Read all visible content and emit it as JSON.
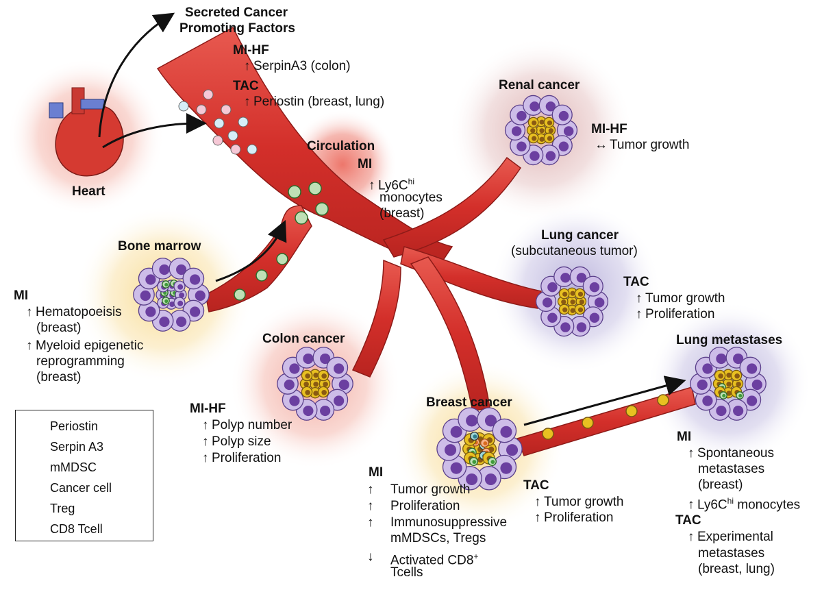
{
  "secreted": {
    "title_line1": "Secreted Cancer",
    "title_line2": "Promoting Factors",
    "mihf_label": "MI-HF",
    "mihf_item": "SerpinA3 (colon)",
    "tac_label": "TAC",
    "tac_item": "Periostin (breast, lung)"
  },
  "heart": {
    "label": "Heart"
  },
  "circulation": {
    "title": "Circulation",
    "mi_label": "MI",
    "item_line1": "Ly6C",
    "item_sup": "hi",
    "item_line2": "monocytes",
    "item_line3": "(breast)"
  },
  "renal": {
    "title": "Renal cancer",
    "mihf_label": "MI-HF",
    "item": "Tumor growth"
  },
  "lung_cancer": {
    "title": "Lung cancer",
    "subtitle": "(subcutaneous tumor)",
    "tac_label": "TAC",
    "items": [
      "Tumor growth",
      "Proliferation"
    ]
  },
  "bone_marrow": {
    "title": "Bone marrow",
    "mi_label": "MI",
    "item1_line1": "Hematopoeisis",
    "item1_line2": "(breast)",
    "item2_line1": "Myeloid epigenetic",
    "item2_line2": "reprogramming",
    "item2_line3": "(breast)"
  },
  "colon": {
    "title": "Colon cancer",
    "mihf_label": "MI-HF",
    "items": [
      "Polyp number",
      "Polyp size",
      "Proliferation"
    ]
  },
  "breast": {
    "title": "Breast cancer",
    "mi_label": "MI",
    "mi_items": [
      "Tumor growth",
      "Proliferation",
      "Immunosuppressive",
      "mMDSCs, Tregs",
      "Activated CD8",
      "Tcells"
    ],
    "cd8_sup": "+",
    "tac_label": "TAC",
    "tac_items": [
      "Tumor growth",
      "Proliferation"
    ]
  },
  "lung_met": {
    "title": "Lung metastases",
    "mi_label": "MI",
    "mi_items": [
      "Spontaneous",
      "metastases",
      "(breast)",
      "Ly6C",
      "monocytes"
    ],
    "sup": "hi",
    "tac_label": "TAC",
    "tac_items": [
      "Experimental",
      "metastases",
      "(breast, lung)"
    ]
  },
  "legend": {
    "items": [
      "Periostin",
      "Serpin A3",
      "mMDSC",
      "Cancer cell",
      "Treg",
      "CD8 Tcell"
    ]
  },
  "colors": {
    "vessel": "#d9302f",
    "vessel_dark": "#a31f1f",
    "purple_cell": "#8c6bb8",
    "cancer_cell": "#e8c021",
    "mmdsc": "#3f9a3a",
    "periostin": "#d6eef8",
    "serpin": "#f6c8d6"
  }
}
